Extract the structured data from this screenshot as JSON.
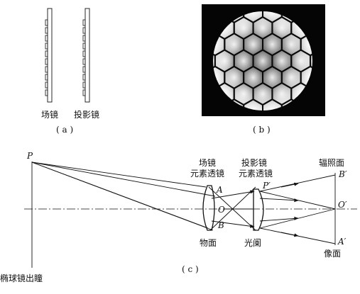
{
  "panel_a": {
    "label_field_lens": "场镜",
    "label_projection_lens": "投影镜",
    "caption": "( a )"
  },
  "panel_b": {
    "caption": "( b )"
  },
  "panel_c": {
    "caption": "( c )",
    "point_P": "P",
    "point_A": "A",
    "point_O": "O",
    "point_B": "B",
    "point_P_prime": "P′",
    "point_B_prime": "B′",
    "point_O_prime": "O′",
    "point_A_prime": "A′",
    "field_lens_line1": "场镜",
    "field_lens_line2": "元素透镜",
    "proj_lens_line1": "投影镜",
    "proj_lens_line2": "元素透镜",
    "irradiance_plane": "辐照面",
    "object_plane": "物面",
    "aperture_stop": "光阑",
    "image_plane": "像面",
    "exit_pupil": "椭球镜出瞳"
  }
}
